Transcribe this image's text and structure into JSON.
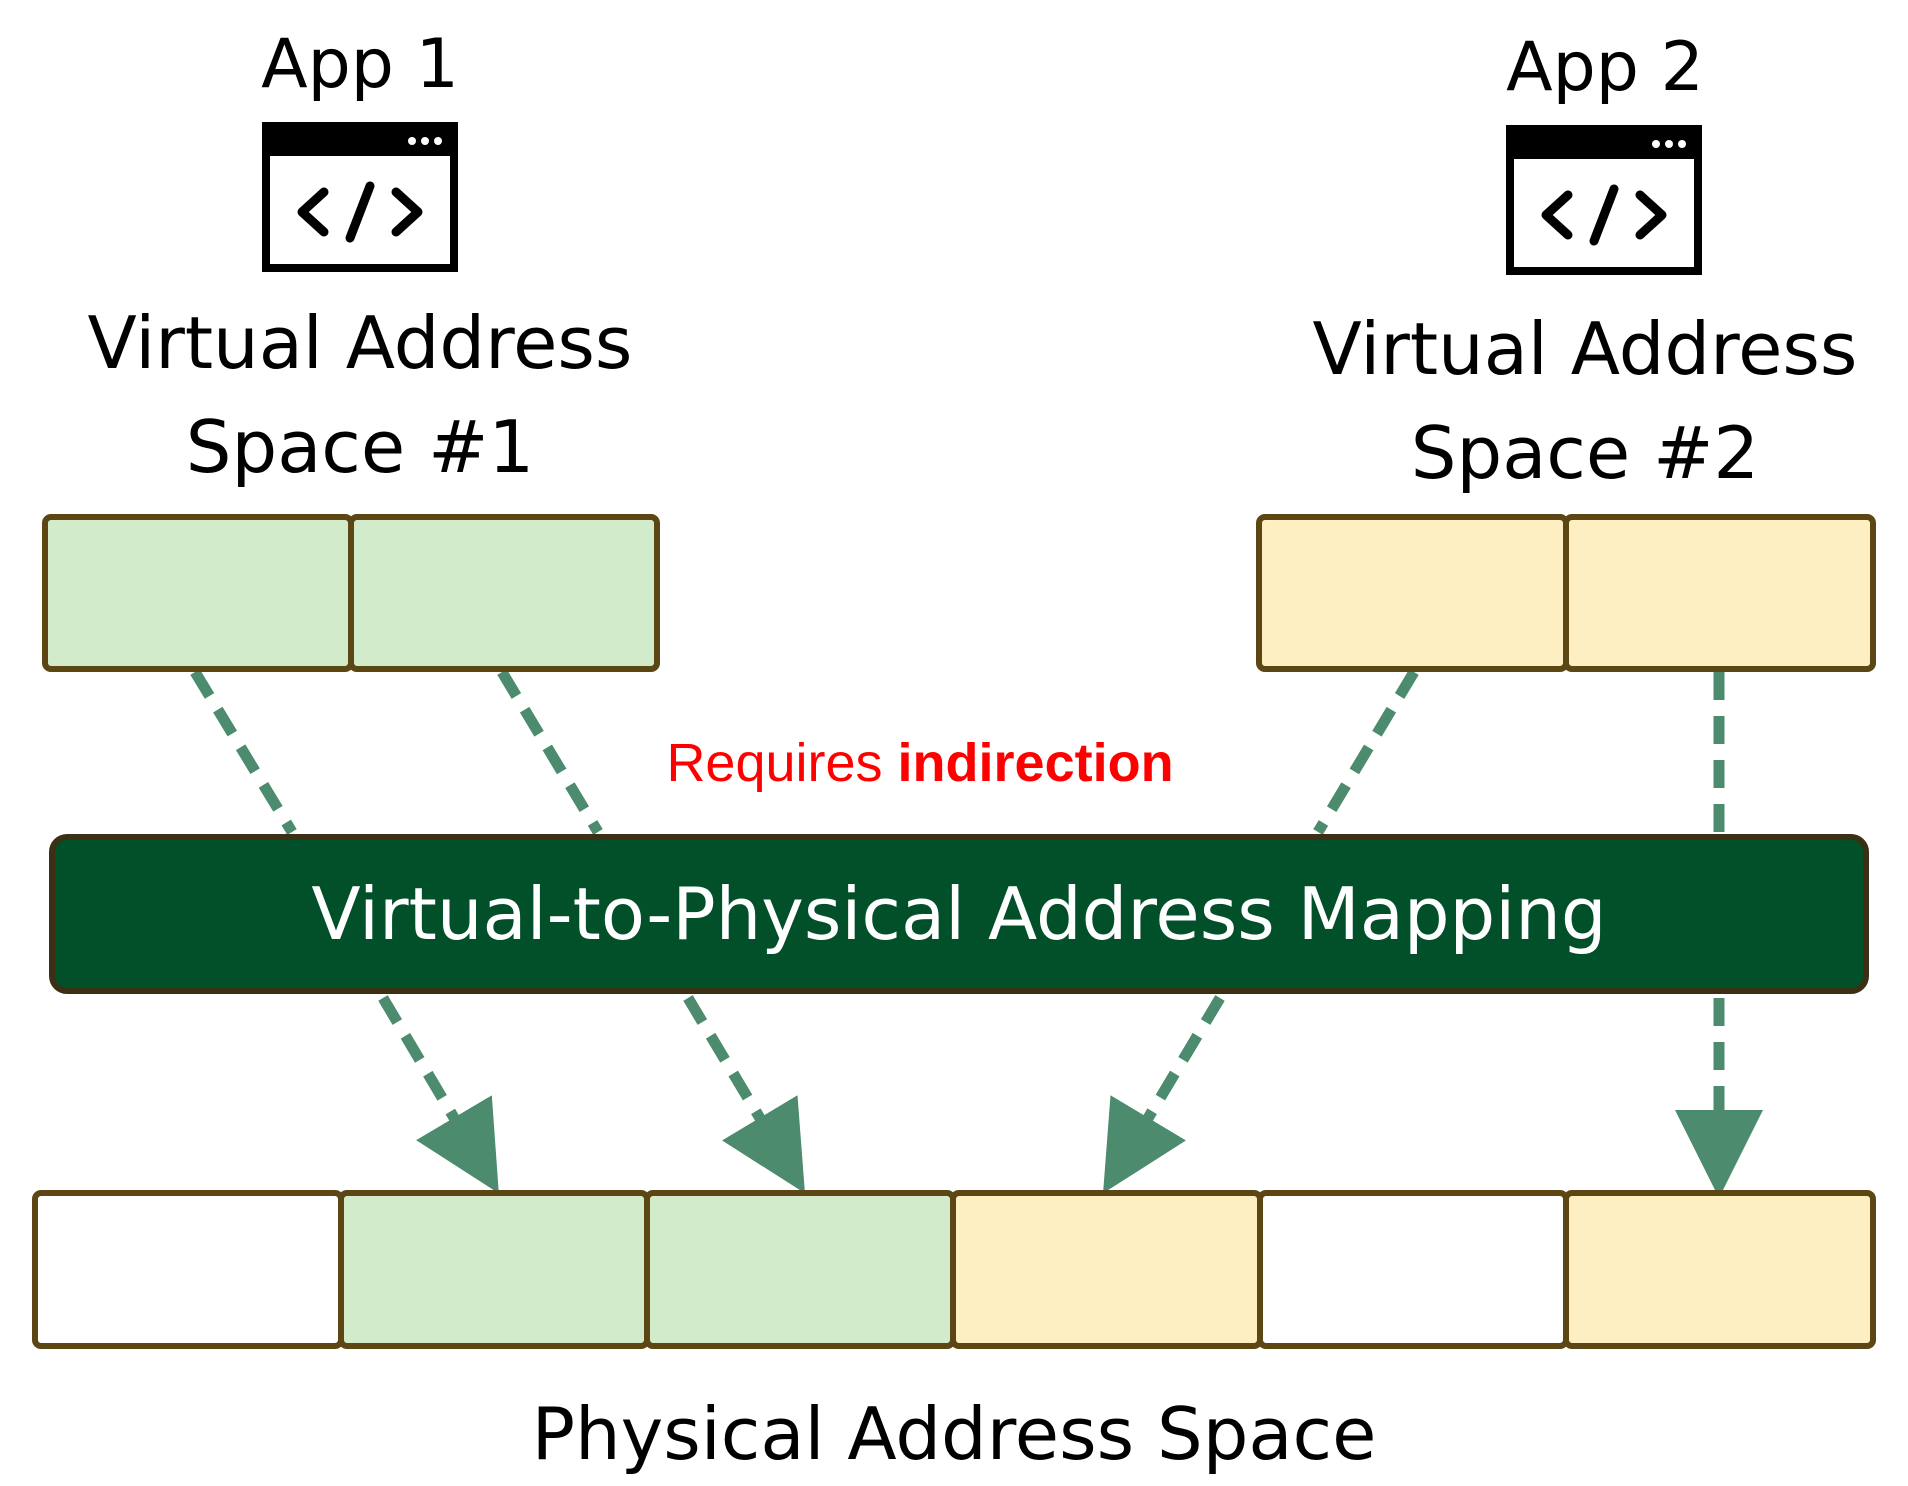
{
  "apps": [
    {
      "title": "App 1",
      "icon": "code-window-icon",
      "space_line1": "Virtual Address",
      "space_line2": "Space #1"
    },
    {
      "title": "App 2",
      "icon": "code-window-icon",
      "space_line1": "Virtual Address",
      "space_line2": "Space #2"
    }
  ],
  "note": {
    "prefix": "Requires ",
    "emphasis": "indirection",
    "color": "#ff0000"
  },
  "mapping": {
    "label": "Virtual-to-Physical Address Mapping",
    "fill": "#02502a",
    "text_color": "#ffffff"
  },
  "physical": {
    "label": "Physical Address Space",
    "pages": [
      {
        "owner": "free"
      },
      {
        "owner": "app1"
      },
      {
        "owner": "app1"
      },
      {
        "owner": "app2"
      },
      {
        "owner": "free"
      },
      {
        "owner": "app2"
      }
    ]
  },
  "virtual": {
    "app1_pages": [
      {
        "owner": "app1",
        "maps_to_physical_page": 2
      },
      {
        "owner": "app1",
        "maps_to_physical_page": 3
      }
    ],
    "app2_pages": [
      {
        "owner": "app2",
        "maps_to_physical_page": 4
      },
      {
        "owner": "app2",
        "maps_to_physical_page": 6
      }
    ]
  },
  "colors": {
    "app1_fill": "#d1ebcb",
    "app2_fill": "#fdefc2",
    "free_fill": "#ffffff",
    "page_border": "#5c4613",
    "arrow": "#4c8b6e"
  }
}
